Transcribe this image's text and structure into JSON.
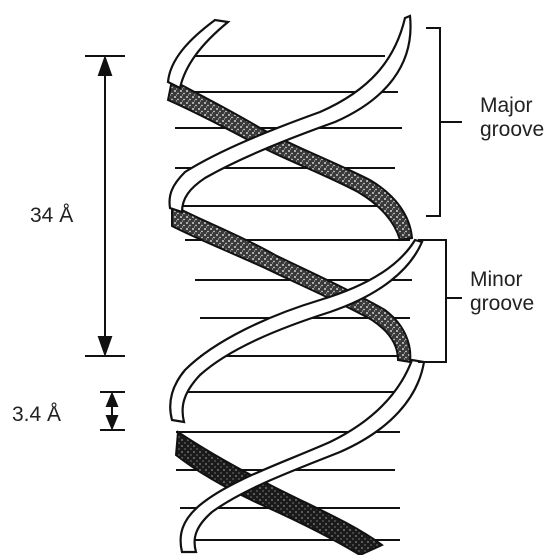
{
  "labels": {
    "helix_pitch": "34 Å",
    "base_spacing": "3.4 Å",
    "major_groove": [
      "Major",
      "groove"
    ],
    "minor_groove": [
      "Minor",
      "groove"
    ]
  },
  "colors": {
    "ink": "#111111",
    "ribbon_fill": "#ffffff",
    "shaded_fill": "#2b2b2b"
  }
}
